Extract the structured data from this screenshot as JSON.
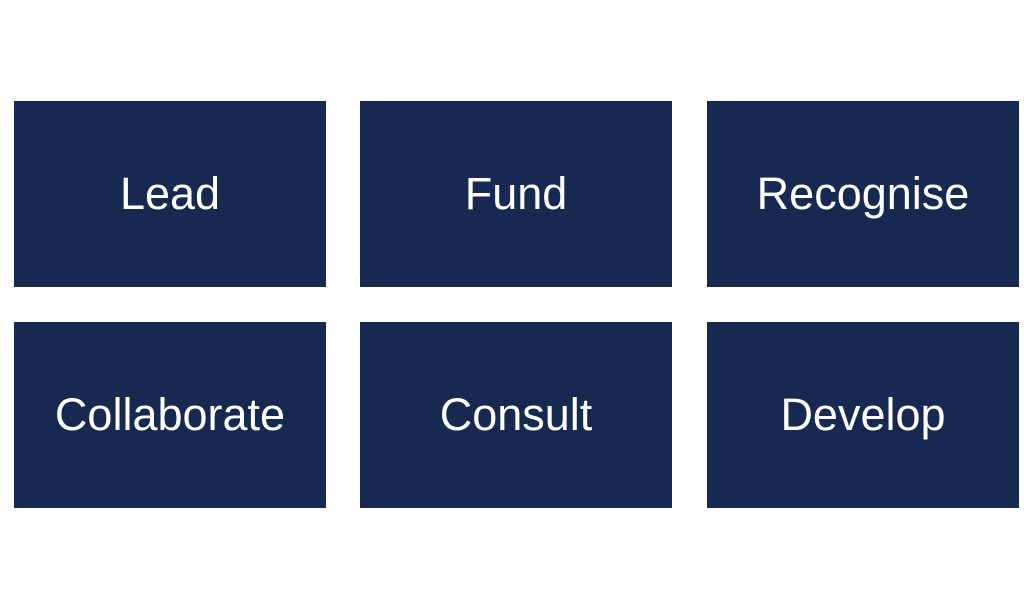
{
  "boxes": [
    "Lead",
    "Fund",
    "Recognise",
    "Collaborate",
    "Consult",
    "Develop"
  ],
  "colors": {
    "box_fill": "#172951",
    "text": "#ffffff",
    "background": "#ffffff"
  }
}
